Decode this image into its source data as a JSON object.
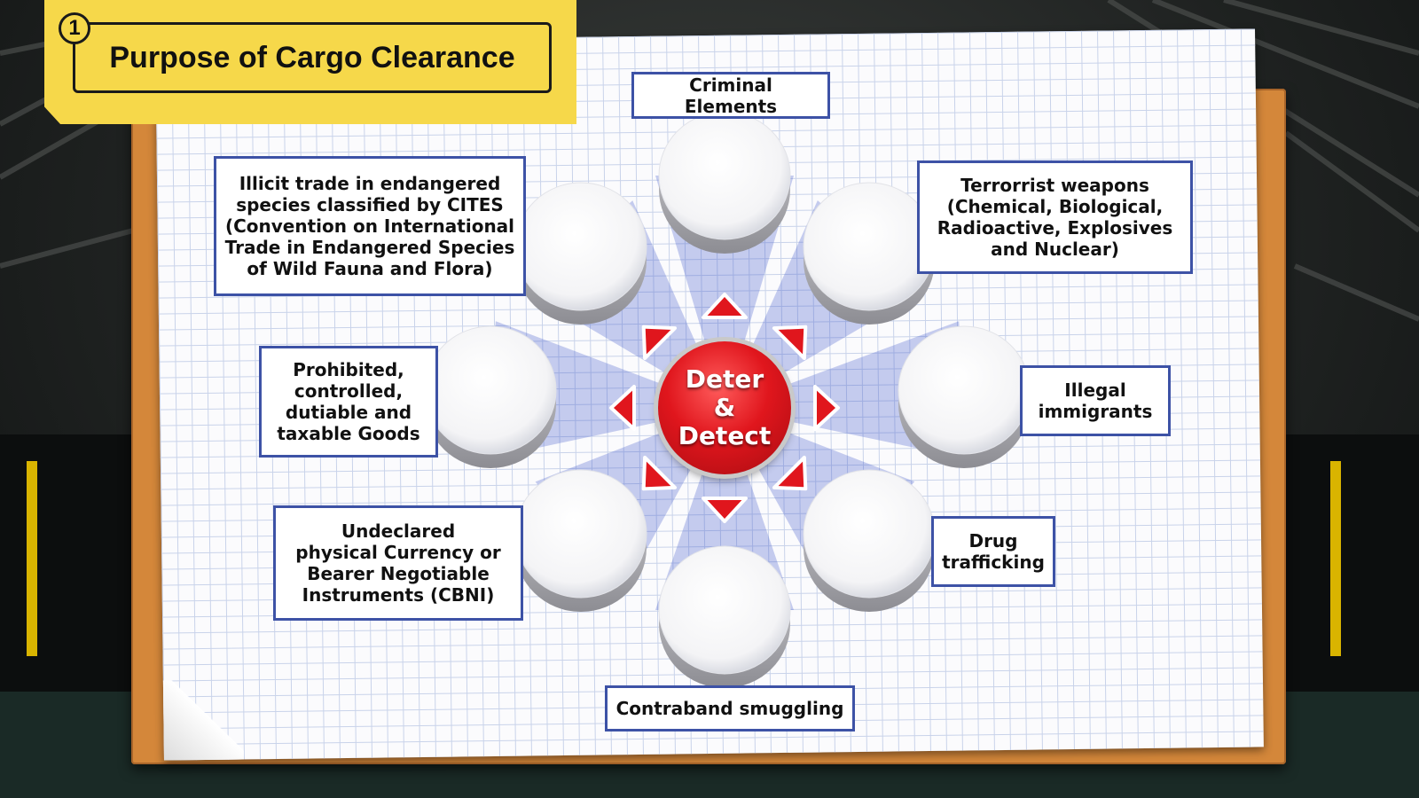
{
  "title": {
    "number": "1",
    "text": "Purpose of Cargo Clearance"
  },
  "center": {
    "text": "Deter\n&\nDetect",
    "color": "#e0161d"
  },
  "items": [
    {
      "id": "criminal",
      "text": "Criminal Elements"
    },
    {
      "id": "terrorist",
      "text": "Terrorrist weapons\n(Chemical, Biological,\nRadioactive, Explosives\nand Nuclear)"
    },
    {
      "id": "immigrants",
      "text": "Illegal\nimmigrants"
    },
    {
      "id": "drug",
      "text": "Drug\ntrafficking"
    },
    {
      "id": "contraband",
      "text": "Contraband smuggling"
    },
    {
      "id": "currency",
      "text": "Undeclared\nphysical Currency or\nBearer Negotiable\nInstruments (CBNI)"
    },
    {
      "id": "prohibited",
      "text": "Prohibited,\ncontrolled,\ndutiable and\ntaxable Goods"
    },
    {
      "id": "cites",
      "text": "Illicit trade in endangered\nspecies classified by CITES\n(Convention on International\nTrade in Endangered Species\nof Wild Fauna and Flora)"
    }
  ],
  "colors": {
    "border": "#3d52a6",
    "ray": "#3550c8",
    "arrow": "#e0161d",
    "banner": "#f6d84a"
  }
}
